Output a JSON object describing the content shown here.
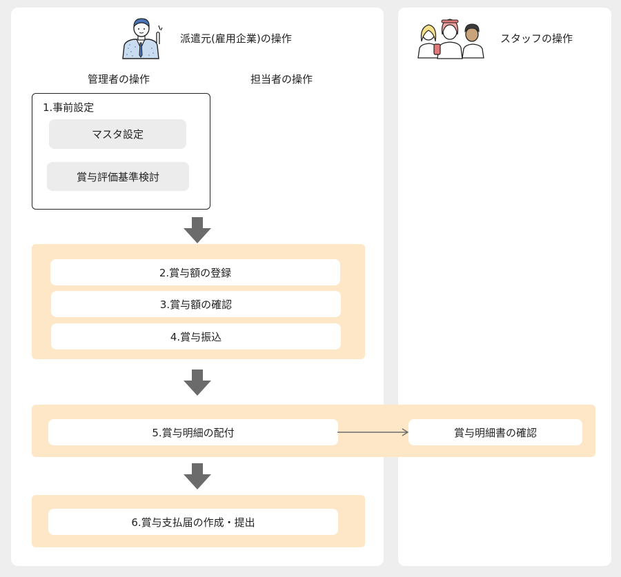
{
  "left_panel": {
    "title": "派遣元(雇用企業)の操作",
    "icon": "businessman-icon",
    "col_admin": "管理者の操作",
    "col_staff": "担当者の操作"
  },
  "right_panel": {
    "title": "スタッフの操作",
    "icon": "staff-group-icon"
  },
  "step1": {
    "title": "1.事前設定",
    "items": [
      "マスタ設定",
      "賞与評価基準検討"
    ]
  },
  "band2": {
    "items": [
      "2.賞与額の登録",
      "3.賞与額の確認",
      "4.賞与振込"
    ]
  },
  "band5": {
    "left": "5.賞与明細の配付",
    "right": "賞与明細書の確認"
  },
  "band6": {
    "item": "6.賞与支払届の作成・提出"
  },
  "colors": {
    "band": "#fde7c7",
    "arrow": "#6b6b6b",
    "background": "#eeeeee"
  }
}
